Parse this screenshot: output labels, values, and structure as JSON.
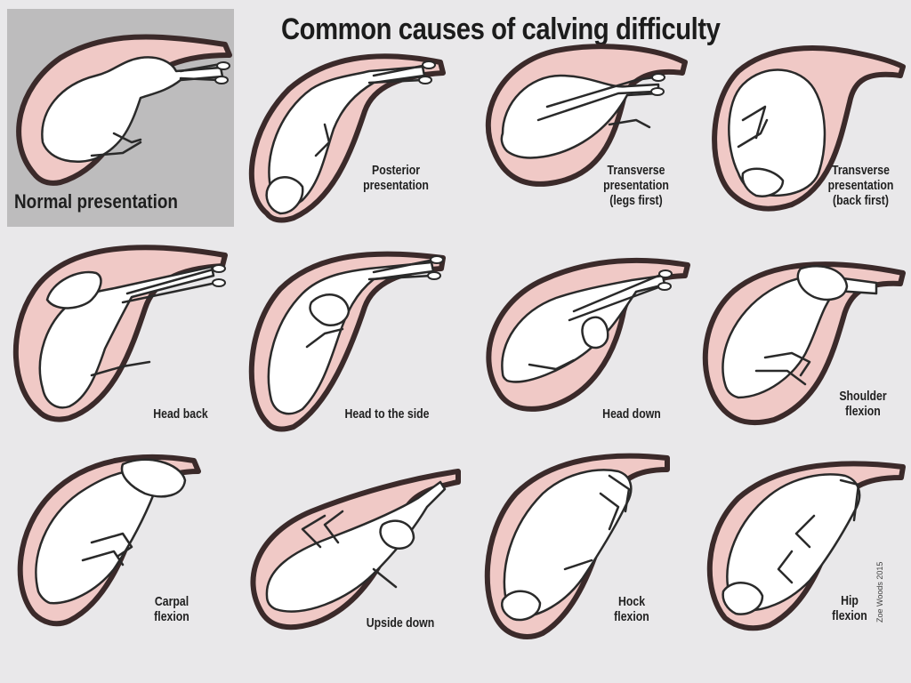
{
  "title": "Common causes of calving difficulty",
  "credit": "Zoe Woods 2015",
  "colors": {
    "background": "#e9e8ea",
    "uterus_fill": "#f0c9c6",
    "uterus_outline": "#3b2a2a",
    "calf_fill": "#ffffff",
    "highlight_panel": "#bdbcbd"
  },
  "panels": [
    {
      "label": "Normal presentation"
    },
    {
      "label": "Posterior\npresentation"
    },
    {
      "label": "Transverse\npresentation\n(legs first)"
    },
    {
      "label": "Transverse\npresentation\n(back first)"
    },
    {
      "label": "Head back"
    },
    {
      "label": "Head to the side"
    },
    {
      "label": "Head down"
    },
    {
      "label": "Shoulder\nflexion"
    },
    {
      "label": "Carpal\nflexion"
    },
    {
      "label": "Upside down"
    },
    {
      "label": "Hock\nflexion"
    },
    {
      "label": "Hip\nflexion"
    }
  ]
}
